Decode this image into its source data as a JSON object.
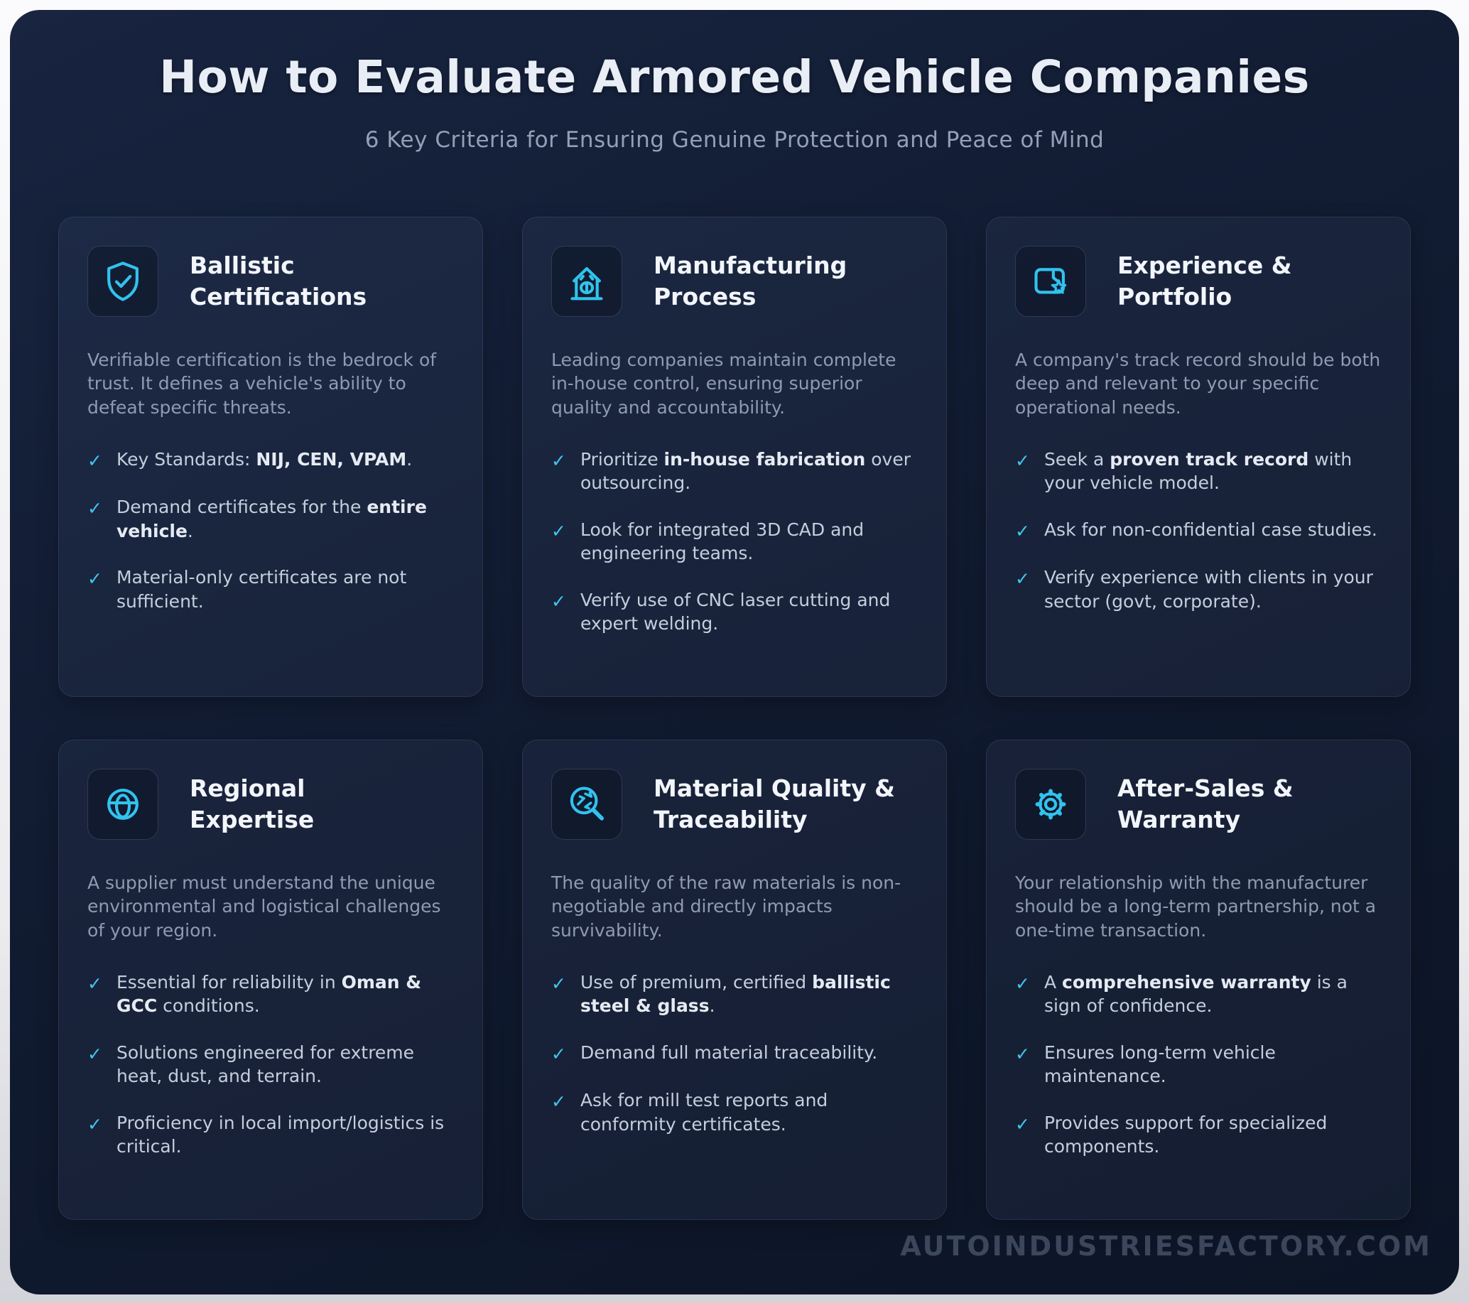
{
  "header": {
    "title": "How to Evaluate Armored Vehicle Companies",
    "subtitle": "6 Key Criteria for Ensuring Genuine Protection and Peace of Mind"
  },
  "glyphs": {
    "check": "✓"
  },
  "colors": {
    "accent_cyan": "#31c3ee",
    "panel_top": "#182440",
    "panel_bottom": "#0c1526",
    "card_bg": "#1a2539",
    "title_text": "#e9eef6",
    "subtitle_text": "#93a0b5",
    "description_text": "#8e9bb1",
    "bullet_text": "#c5cedd",
    "bullet_bold_text": "#e6ebf3",
    "watermark_text": "#94a3be"
  },
  "watermark": "AUTOINDUSTRIESFACTORY.COM",
  "cards": [
    {
      "icon": "shield-check-icon",
      "title": "Ballistic Certifications",
      "description": "Verifiable certification is the bedrock of trust. It defines a vehicle's ability to defeat specific threats.",
      "bullets": [
        {
          "pre": "Key Standards: ",
          "bold": "NIJ, CEN, VPAM",
          "post": "."
        },
        {
          "pre": "Demand certificates for the ",
          "bold": "entire vehicle",
          "post": "."
        },
        {
          "pre": "Material-only certificates are not sufficient.",
          "bold": "",
          "post": ""
        }
      ]
    },
    {
      "icon": "factory-icon",
      "title": "Manufacturing Process",
      "description": "Leading companies maintain complete in-house control, ensuring superior quality and accountability.",
      "bullets": [
        {
          "pre": "Prioritize ",
          "bold": "in-house fabrication",
          "post": " over outsourcing."
        },
        {
          "pre": "Look for integrated 3D CAD and engineering teams.",
          "bold": "",
          "post": ""
        },
        {
          "pre": "Verify use of CNC laser cutting and expert welding.",
          "bold": "",
          "post": ""
        }
      ]
    },
    {
      "icon": "portfolio-star-icon",
      "title": "Experience & Portfolio",
      "description": "A company's track record should be both deep and relevant to your specific operational needs.",
      "bullets": [
        {
          "pre": "Seek a ",
          "bold": "proven track record",
          "post": " with your vehicle model."
        },
        {
          "pre": "Ask for non-confidential case studies.",
          "bold": "",
          "post": ""
        },
        {
          "pre": "Verify experience with clients in your sector (govt, corporate).",
          "bold": "",
          "post": ""
        }
      ]
    },
    {
      "icon": "globe-icon",
      "title": "Regional Expertise",
      "description": "A supplier must understand the unique environmental and logistical challenges of your region.",
      "bullets": [
        {
          "pre": "Essential for reliability in ",
          "bold": "Oman & GCC",
          "post": " conditions."
        },
        {
          "pre": "Solutions engineered for extreme heat, dust, and terrain.",
          "bold": "",
          "post": ""
        },
        {
          "pre": "Proficiency in local import/logistics is critical.",
          "bold": "",
          "post": ""
        }
      ]
    },
    {
      "icon": "search-trace-icon",
      "title": "Material Quality & Traceability",
      "description": "The quality of the raw materials is non-negotiable and directly impacts survivability.",
      "bullets": [
        {
          "pre": "Use of premium, certified ",
          "bold": "ballistic steel & glass",
          "post": "."
        },
        {
          "pre": "Demand full material traceability.",
          "bold": "",
          "post": ""
        },
        {
          "pre": "Ask for mill test reports and conformity certificates.",
          "bold": "",
          "post": ""
        }
      ]
    },
    {
      "icon": "gear-icon",
      "title": "After-Sales & Warranty",
      "description": "Your relationship with the manufacturer should be a long-term partnership, not a one-time transaction.",
      "bullets": [
        {
          "pre": "A ",
          "bold": "comprehensive warranty",
          "post": " is a sign of confidence."
        },
        {
          "pre": "Ensures long-term vehicle maintenance.",
          "bold": "",
          "post": ""
        },
        {
          "pre": "Provides support for specialized components.",
          "bold": "",
          "post": ""
        }
      ]
    }
  ]
}
